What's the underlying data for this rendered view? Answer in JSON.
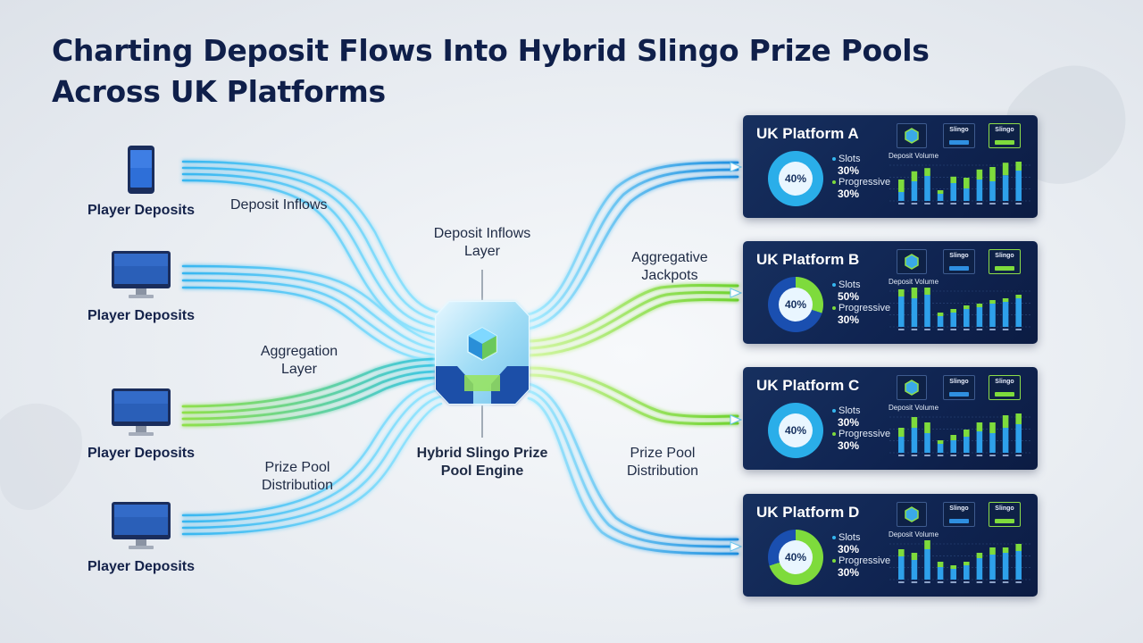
{
  "title": "Charting Deposit Flows Into Hybrid Slingo Prize Pools Across UK Platforms",
  "colors": {
    "accent_blue": "#1fa3e8",
    "accent_cyan": "#5fd5f5",
    "accent_green": "#7edb3c",
    "navy": "#0f2350"
  },
  "sources": [
    {
      "label": "Player Deposits",
      "icon": "smartphone-icon"
    },
    {
      "label": "Player Deposits",
      "icon": "monitor-icon"
    },
    {
      "label": "Player Deposits",
      "icon": "monitor-icon"
    },
    {
      "label": "Player Deposits",
      "icon": "monitor-icon"
    }
  ],
  "flow_labels": {
    "deposit_inflows": "Deposit Inflows",
    "aggregation_layer": "Aggregation Layer",
    "prize_pool_distribution_left": "Prize Pool Distribution",
    "deposit_inflows_layer": "Deposit Inflows Layer",
    "engine": "Hybrid Slingo Prize Pool Engine",
    "aggregative_jackpots": "Aggregative Jackpots",
    "prize_pool_distribution_right": "Prize Pool Distribution"
  },
  "engine_icon": "cube-chip-icon",
  "platforms": [
    {
      "name": "UK Platform A",
      "icons": [
        "Slingo",
        "Slingo"
      ],
      "donut_label": "40%",
      "legend": [
        {
          "label": "Slots",
          "value": "30%"
        },
        {
          "label": "Progressive",
          "value": "30%"
        }
      ],
      "donut_fraction": 1.0,
      "chart_title": "Deposit Volume",
      "bars": [
        [
          0.25,
          0.35
        ],
        [
          0.55,
          0.28
        ],
        [
          0.7,
          0.22
        ],
        [
          0.2,
          0.1
        ],
        [
          0.5,
          0.18
        ],
        [
          0.35,
          0.3
        ],
        [
          0.6,
          0.28
        ],
        [
          0.55,
          0.4
        ],
        [
          0.72,
          0.35
        ],
        [
          0.85,
          0.3
        ]
      ]
    },
    {
      "name": "UK Platform B",
      "icons": [
        "Slingo",
        "Slingo"
      ],
      "donut_label": "40%",
      "legend": [
        {
          "label": "Slots",
          "value": "50%"
        },
        {
          "label": "Progressive",
          "value": "30%"
        }
      ],
      "donut_fraction": 0.3,
      "chart_title": "Deposit Volume",
      "bars": [
        [
          0.85,
          0.2
        ],
        [
          0.8,
          0.3
        ],
        [
          0.9,
          0.2
        ],
        [
          0.3,
          0.1
        ],
        [
          0.4,
          0.1
        ],
        [
          0.5,
          0.1
        ],
        [
          0.55,
          0.1
        ],
        [
          0.65,
          0.1
        ],
        [
          0.7,
          0.1
        ],
        [
          0.8,
          0.1
        ]
      ]
    },
    {
      "name": "UK Platform C",
      "icons": [
        "Slingo",
        "Slingo"
      ],
      "donut_label": "40%",
      "legend": [
        {
          "label": "Slots",
          "value": "30%"
        },
        {
          "label": "Progressive",
          "value": "30%"
        }
      ],
      "donut_fraction": 1.0,
      "chart_title": "Deposit Volume",
      "bars": [
        [
          0.45,
          0.25
        ],
        [
          0.7,
          0.3
        ],
        [
          0.55,
          0.3
        ],
        [
          0.25,
          0.1
        ],
        [
          0.35,
          0.15
        ],
        [
          0.45,
          0.2
        ],
        [
          0.6,
          0.25
        ],
        [
          0.55,
          0.3
        ],
        [
          0.7,
          0.35
        ],
        [
          0.8,
          0.3
        ]
      ]
    },
    {
      "name": "UK Platform D",
      "icons": [
        "Slingo",
        "Slingo"
      ],
      "donut_label": "40%",
      "legend": [
        {
          "label": "Slots",
          "value": "30%"
        },
        {
          "label": "Progressive",
          "value": "30%"
        }
      ],
      "donut_fraction": 0.7,
      "chart_title": "Deposit Volume",
      "bars": [
        [
          0.65,
          0.2
        ],
        [
          0.55,
          0.2
        ],
        [
          0.85,
          0.25
        ],
        [
          0.35,
          0.15
        ],
        [
          0.3,
          0.1
        ],
        [
          0.4,
          0.1
        ],
        [
          0.6,
          0.15
        ],
        [
          0.7,
          0.2
        ],
        [
          0.75,
          0.15
        ],
        [
          0.8,
          0.2
        ]
      ]
    }
  ]
}
